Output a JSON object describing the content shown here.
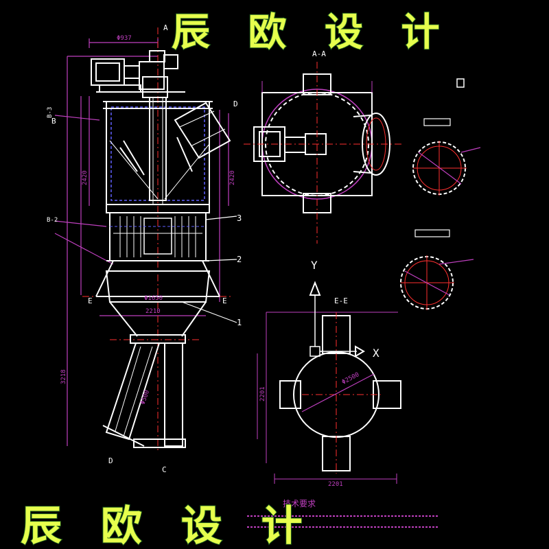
{
  "watermark": {
    "text": "辰 欧 设 计"
  },
  "colors": {
    "background": "#000000",
    "outline": "#ffffff",
    "dimension": "#c040c0",
    "centerline": "#ff3030",
    "hidden": "#6060ff",
    "watermark": "#e6ff4d"
  },
  "labels": {
    "section_a": "A",
    "section_b": "B",
    "section_d": "D",
    "section_c": "C",
    "section_e_left": "E",
    "section_e_right": "E",
    "part_1": "1",
    "part_2": "2",
    "part_3": "3",
    "view_aa": "A-A",
    "view_ee": "E-E",
    "axis_y": "Y",
    "axis_x": "X",
    "callout_b2": "B-2",
    "callout_b3": "B-3",
    "callout_d": "D",
    "notes_title": "技术要求"
  },
  "dimensions": {
    "top_width": "Φ937",
    "height_1": "2420",
    "height_2": "2420",
    "height_3": "3218",
    "base_width": "2210",
    "inner_dia": "Φ1650",
    "ee_width": "2201",
    "ee_height": "2201",
    "ee_dia": "Φ2500",
    "pipe_dia": "Φ500"
  }
}
